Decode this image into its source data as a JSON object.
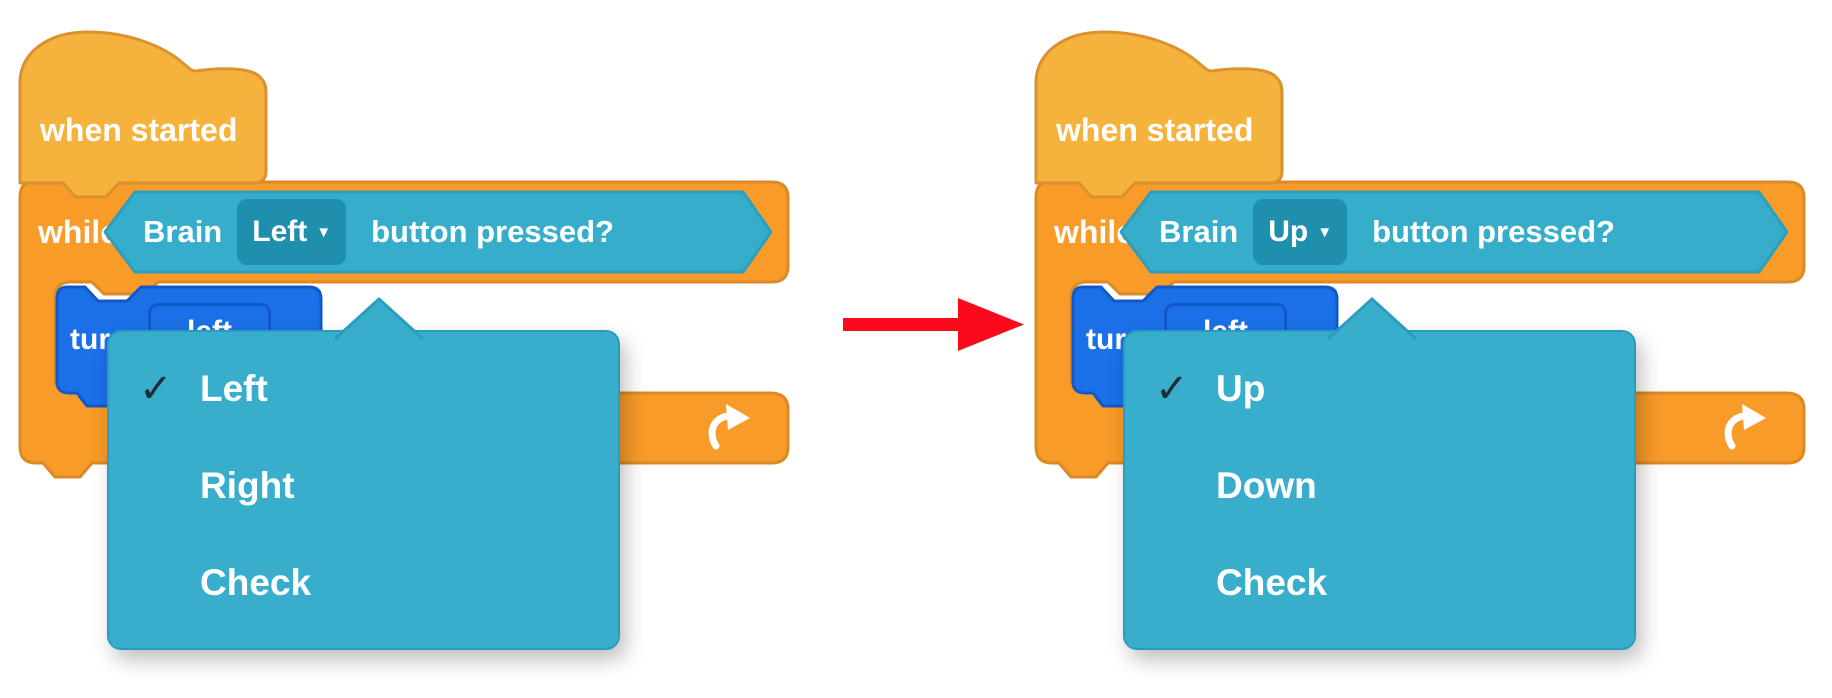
{
  "colors": {
    "hat_fill": "#F5B33E",
    "hat_stroke": "#D9922F",
    "ctrl_fill": "#F89B29",
    "ctrl_stroke": "#DB8A25",
    "teal_fill": "#36AECB",
    "teal_stroke": "#2D9EC0",
    "teal_field": "#1E8FAC",
    "menu_fill": "#38AECC",
    "menu_stroke": "#2B9DBC",
    "blue_fill": "#1B70E8",
    "blue_stroke": "#1158C9",
    "check": "#1B2D35",
    "arrow_red": "#FA0A1B",
    "text": "#FFFFFF"
  },
  "panels": [
    {
      "state": "before",
      "hat_label": "when started",
      "while_label": "while",
      "condition": {
        "device_label": "Brain",
        "selected_button": "Left",
        "suffix_label": "button pressed?"
      },
      "turn_block": {
        "label": "turn",
        "direction": "left"
      },
      "dropdown_menu": {
        "items": [
          {
            "label": "Left",
            "checked": true
          },
          {
            "label": "Right",
            "checked": false
          },
          {
            "label": "Check",
            "checked": false
          }
        ]
      }
    },
    {
      "state": "after",
      "hat_label": "when started",
      "while_label": "while",
      "condition": {
        "device_label": "Brain",
        "selected_button": "Up",
        "suffix_label": "button pressed?"
      },
      "turn_block": {
        "label": "turn",
        "direction": "left"
      },
      "dropdown_menu": {
        "items": [
          {
            "label": "Up",
            "checked": true
          },
          {
            "label": "Down",
            "checked": false
          },
          {
            "label": "Check",
            "checked": false
          }
        ]
      }
    }
  ],
  "icons": {
    "check_glyph": "✓",
    "field_caret": "▼",
    "repeat_icon": "curved-arrow",
    "transition_arrow": "red-right-arrow"
  }
}
